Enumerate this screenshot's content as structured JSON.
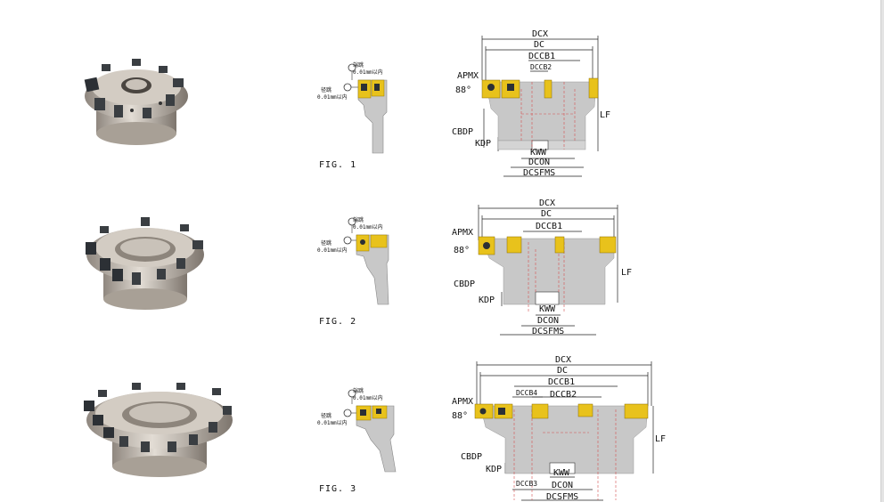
{
  "figures": [
    {
      "label": "FIG. 1",
      "face_runout": "端跳",
      "face_tol": "0.01mm以内",
      "radial_runout": "径跳",
      "radial_tol": "0.01mm以内",
      "dims": {
        "dcx": "DCX",
        "dc": "DC",
        "dccb1": "DCCB1",
        "dccb2": "DCCB2",
        "apmx": "APMX",
        "angle": "88°",
        "lf": "LF",
        "cbdp": "CBDP",
        "kdp": "KDP",
        "kww": "KWW",
        "dcon": "DCON",
        "dcsfms": "DCSFMS"
      }
    },
    {
      "label": "FIG. 2",
      "face_runout": "端跳",
      "face_tol": "0.01mm以内",
      "radial_runout": "径跳",
      "radial_tol": "0.01mm以内",
      "dims": {
        "dcx": "DCX",
        "dc": "DC",
        "dccb1": "DCCB1",
        "apmx": "APMX",
        "angle": "88°",
        "lf": "LF",
        "cbdp": "CBDP",
        "kdp": "KDP",
        "kww": "KWW",
        "dcon": "DCON",
        "dcsfms": "DCSFMS"
      }
    },
    {
      "label": "FIG. 3",
      "face_runout": "端跳",
      "face_tol": "0.01mm以内",
      "radial_runout": "径跳",
      "radial_tol": "0.01mm以内",
      "dims": {
        "dcx": "DCX",
        "dc": "DC",
        "dccb1": "DCCB1",
        "dccb2": "DCCB2",
        "dccb4": "DCCB4",
        "dccb3": "DCCB3",
        "apmx": "APMX",
        "angle": "88°",
        "lf": "LF",
        "cbdp": "CBDP",
        "kdp": "KDP",
        "kww": "KWW",
        "dcon": "DCON",
        "dcsfms": "DCSFMS"
      }
    }
  ],
  "colors": {
    "body": "#b9b3ac",
    "insert": "#e8c21c",
    "insert_dark": "#2c3035",
    "ghost": "#c8c8c8",
    "dash": "#d45050"
  }
}
